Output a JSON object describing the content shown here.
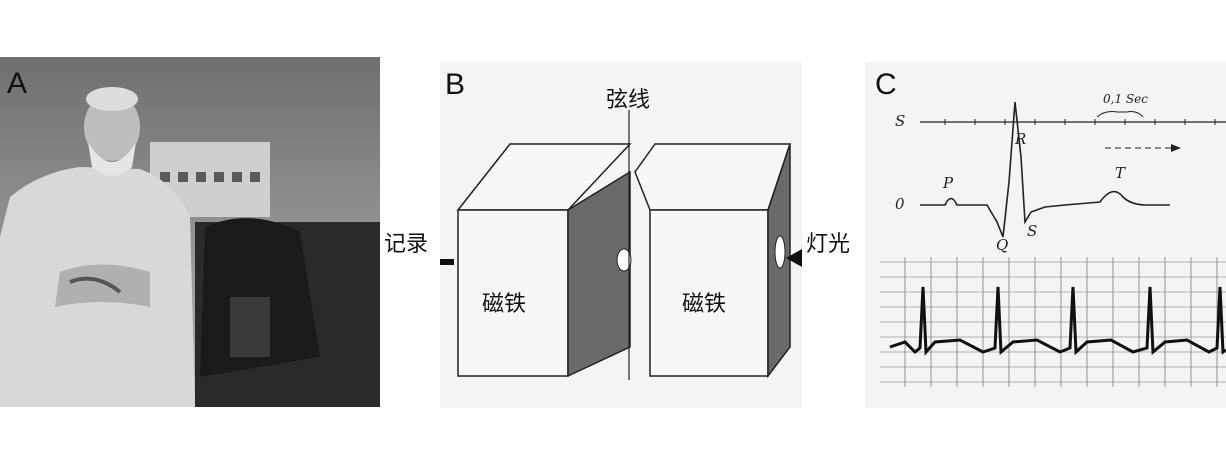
{
  "panels": {
    "a": {
      "letter": "A"
    },
    "b": {
      "letter": "B",
      "string_label": "弦线",
      "record_label": "记录",
      "light_label": "灯光",
      "magnet_left_label": "磁铁",
      "magnet_right_label": "磁铁"
    },
    "c": {
      "letter": "C",
      "waves": {
        "s_axis": "S",
        "zero": "0",
        "p": "P",
        "r": "R",
        "q": "Q",
        "s": "S",
        "t": "T"
      },
      "time_label": "0,1 Sec"
    }
  },
  "colors": {
    "background": "#ffffff",
    "panel_bg": "#f4f4f2",
    "ink": "#111111"
  }
}
